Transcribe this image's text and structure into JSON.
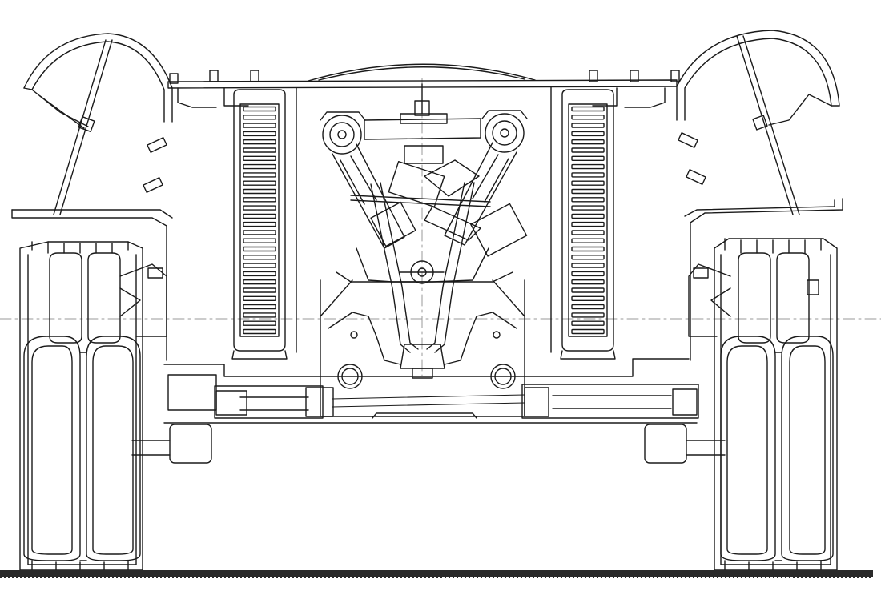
{
  "diagram": {
    "style": "technical cross-section line drawing, black ink on white paper",
    "colors": {
      "ink": "#1a1a1a",
      "paper": "#ffffff",
      "ground": "#2a2a2a",
      "faint": "#9a9a9a"
    },
    "components": [
      "left-fender",
      "right-fender",
      "hull-roof",
      "left-radiator",
      "right-radiator",
      "v-engine",
      "transmission-axle",
      "left-track-assembly",
      "right-track-assembly",
      "ground-line"
    ],
    "radiator_fins_per_side": 28
  }
}
